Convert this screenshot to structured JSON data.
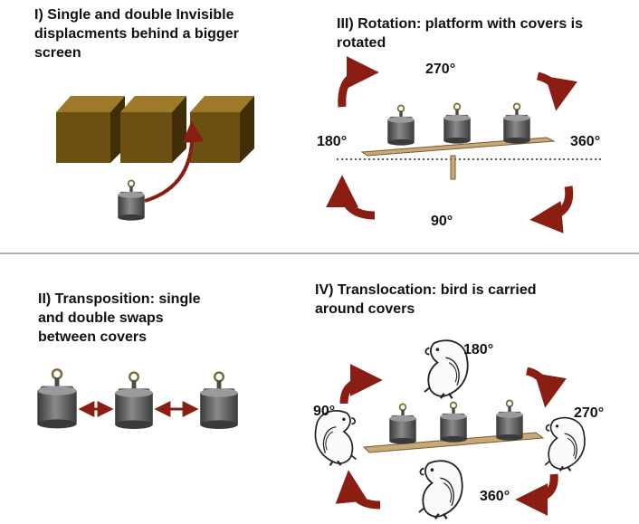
{
  "panels": {
    "p1": {
      "title": [
        "I) Single and double Invisible",
        "displacments behind a bigger",
        "screen"
      ]
    },
    "p2": {
      "title": [
        "II) Transposition: single",
        "and double swaps",
        "between covers"
      ]
    },
    "p3": {
      "title": [
        "III) Rotation: platform with covers is",
        "rotated"
      ],
      "angles": {
        "top": "270°",
        "left": "180°",
        "right": "360°",
        "bottom": "90°"
      }
    },
    "p4": {
      "title": [
        "IV) Translocation: bird is carried",
        "around covers"
      ],
      "angles": {
        "top": "180°",
        "left": "90°",
        "right": "270°",
        "bottom": "360°"
      }
    }
  },
  "colors": {
    "arrow": "#8b1e12",
    "box": "#6b5012",
    "platform": "#c8a87a",
    "cover": "#6a6a6a",
    "divider": "#9a9a9a"
  }
}
